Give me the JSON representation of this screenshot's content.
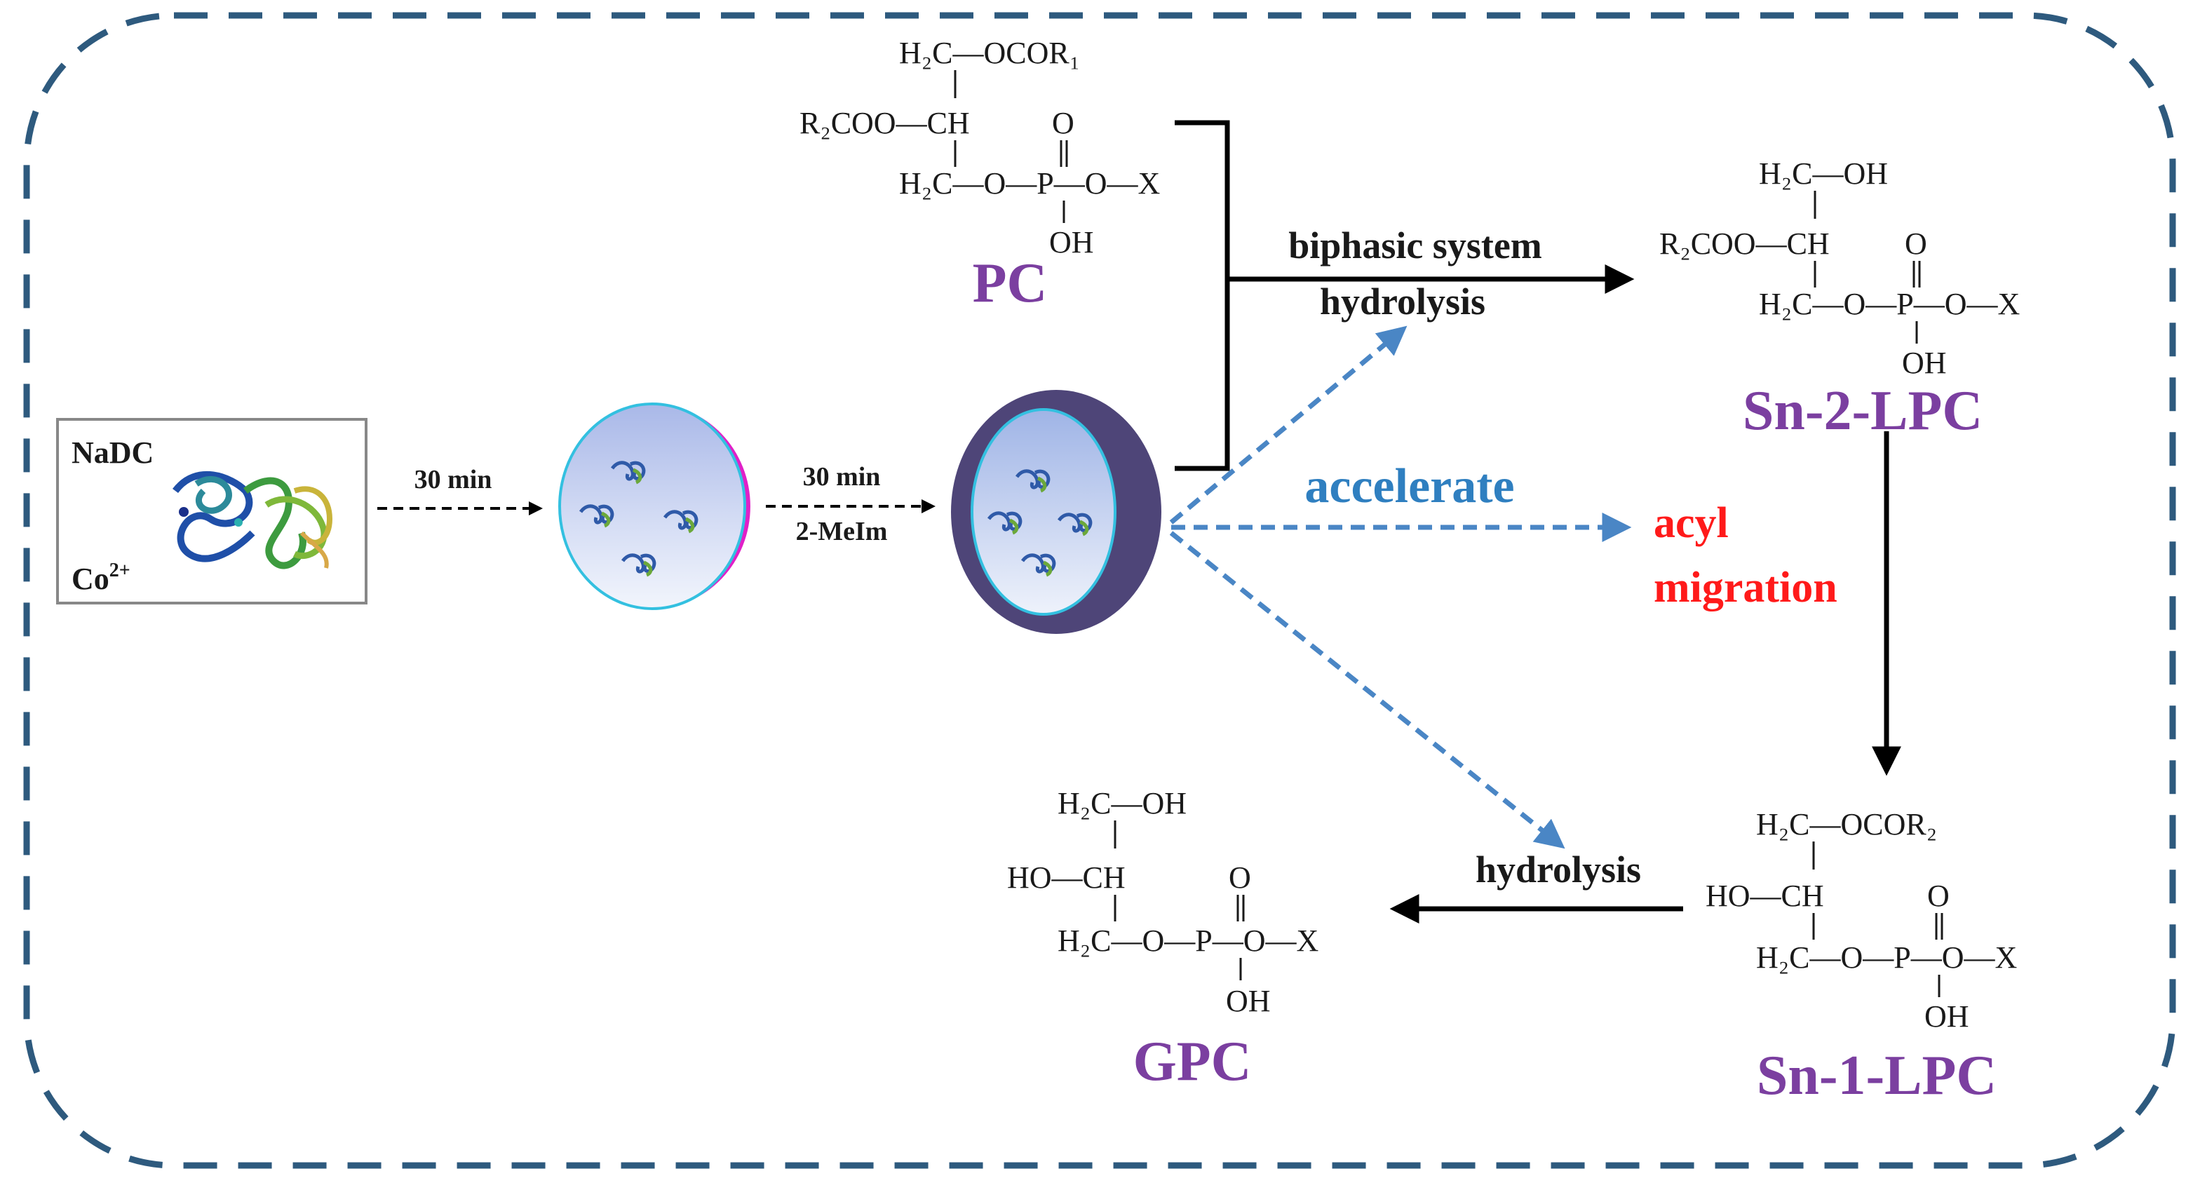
{
  "colors": {
    "frame": "#2e5a7e",
    "blue_arrow": "#4a86c5",
    "purple_label": "#7b3fa0",
    "red_label": "#ff1a1a",
    "accelerate_label": "#2f7fc0",
    "shell_outer": "#4e4578",
    "crescent": "#e020c8"
  },
  "enzyme_box": {
    "top_label": "NaDC",
    "bottom_label": "Co",
    "bottom_label_sup": "2+"
  },
  "steps": {
    "step1_time": "30 min",
    "step2_time": "30 min",
    "step2_reagent": "2-MeIm"
  },
  "compounds": {
    "pc": {
      "name": "PC",
      "r1": "H₂C—OCOR₁",
      "r2": "R₂COO—CH",
      "phos_o": "O",
      "r3": "H₂C—O—P—O—X",
      "oh": "OH"
    },
    "sn2": {
      "name": "Sn-2-LPC",
      "r1": "H₂C—OH",
      "r2": "R₂COO—CH",
      "phos_o": "O",
      "r3": "H₂C—O—P—O—X",
      "oh": "OH"
    },
    "sn1": {
      "name": "Sn-1-LPC",
      "r1": "H₂C—OCOR₂",
      "r2": "HO—CH",
      "phos_o": "O",
      "r3": "H₂C—O—P—O—X",
      "oh": "OH"
    },
    "gpc": {
      "name": "GPC",
      "r1": "H₂C—OH",
      "r2": "HO—CH",
      "phos_o": "O",
      "r3": "H₂C—O—P—O—X",
      "oh": "OH"
    }
  },
  "reactions": {
    "biphasic_line1": "biphasic system",
    "biphasic_line2": "hydrolysis",
    "accelerate": "accelerate",
    "acyl_line1": "acyl",
    "acyl_line2": "migration",
    "bottom_hydrolysis": "hydrolysis"
  }
}
